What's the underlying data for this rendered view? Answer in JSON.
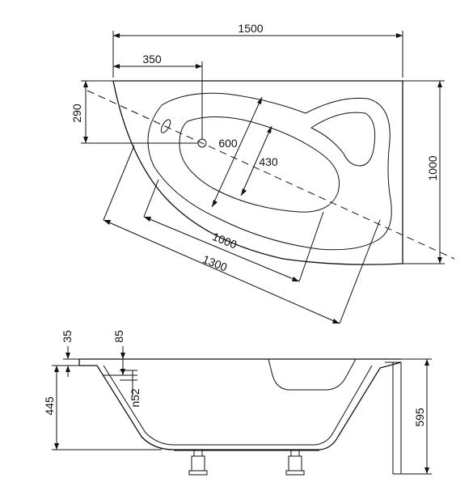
{
  "top_view": {
    "dim_overall_length": "1500",
    "dim_tap_offset": "350",
    "dim_tap_depth": "290",
    "dim_overall_width": "1000",
    "dim_basin_width": "600",
    "dim_inner_width": "430",
    "dim_inner_length": "1000",
    "dim_diagonal_length": "1300"
  },
  "side_view": {
    "dim_rim_thickness": "35",
    "dim_overflow_height": "85",
    "dim_overflow_diameter": "n52",
    "dim_inner_depth": "445",
    "dim_total_height": "595"
  }
}
